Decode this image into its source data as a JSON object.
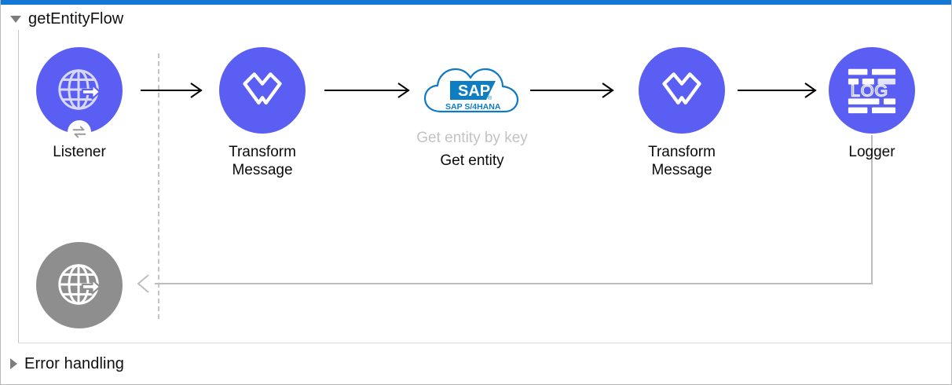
{
  "window": {
    "accent_color": "#1477d4",
    "canvas_background": "#ffffff"
  },
  "flow": {
    "name": "getEntityFlow",
    "expanded": true,
    "toggle_icon": "triangle-down-icon"
  },
  "error_handling": {
    "name": "Error handling",
    "expanded": false,
    "toggle_icon": "triangle-right-icon"
  },
  "theme": {
    "node_color": "#5a5ef3",
    "node_disabled_color": "#8e8e8e",
    "connector_color": "#000000",
    "return_connector_color": "#bdbdbd",
    "operation_label_color": "#c3c3c3",
    "label_color": "#0b0b0b",
    "sap_blue": "#0f7dc2",
    "dashed_separator_color": "#c4c4c4"
  },
  "nodes": [
    {
      "id": "listener",
      "label": "Listener",
      "operation": "",
      "icon": "globe-arrow-icon",
      "badge_icon": "request-reply-icon",
      "type": "http-listener",
      "disabled": false
    },
    {
      "id": "transform-1",
      "label": "Transform\nMessage",
      "operation": "",
      "icon": "dataweave-icon",
      "type": "transform-message",
      "disabled": false
    },
    {
      "id": "sap-get-entity",
      "label": "Get entity",
      "operation": "Get entity by key",
      "icon": "sap-s4hana-cloud-icon",
      "icon_text": "SAP",
      "icon_subtext": "SAP  S/4HANA",
      "type": "sap-s4hana-connector",
      "disabled": false
    },
    {
      "id": "transform-2",
      "label": "Transform\nMessage",
      "operation": "",
      "icon": "dataweave-icon",
      "type": "transform-message",
      "disabled": false
    },
    {
      "id": "logger",
      "label": "Logger",
      "operation": "",
      "icon": "log-icon",
      "icon_text": "LOG",
      "type": "logger",
      "disabled": false
    },
    {
      "id": "listener-response",
      "label": "",
      "operation": "",
      "icon": "globe-arrow-icon",
      "type": "http-listener-response",
      "disabled": true
    }
  ],
  "connectors": [
    {
      "id": "c1",
      "from": "listener",
      "to": "transform-1",
      "style": "solid-arrow",
      "direction": "right"
    },
    {
      "id": "c2",
      "from": "transform-1",
      "to": "sap-get-entity",
      "style": "solid-arrow",
      "direction": "right"
    },
    {
      "id": "c3",
      "from": "sap-get-entity",
      "to": "transform-2",
      "style": "solid-arrow",
      "direction": "right"
    },
    {
      "id": "c4",
      "from": "transform-2",
      "to": "logger",
      "style": "solid-arrow",
      "direction": "right"
    },
    {
      "id": "c5",
      "from": "logger",
      "to": "listener-response",
      "style": "return-path",
      "direction": "left"
    }
  ]
}
